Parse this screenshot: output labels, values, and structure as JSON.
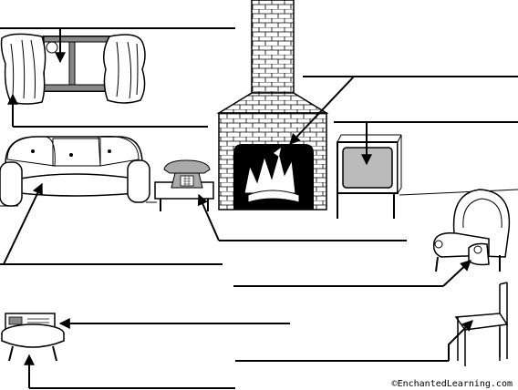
{
  "credit": "©EnchantedLearning.com",
  "labels": [
    {
      "id": "window",
      "text": ""
    },
    {
      "id": "curtains",
      "text": ""
    },
    {
      "id": "chimney",
      "text": ""
    },
    {
      "id": "television",
      "text": ""
    },
    {
      "id": "couch",
      "text": ""
    },
    {
      "id": "telephone",
      "text": ""
    },
    {
      "id": "armchair",
      "text": ""
    },
    {
      "id": "radio",
      "text": ""
    },
    {
      "id": "chair",
      "text": ""
    },
    {
      "id": "side-table",
      "text": ""
    }
  ]
}
